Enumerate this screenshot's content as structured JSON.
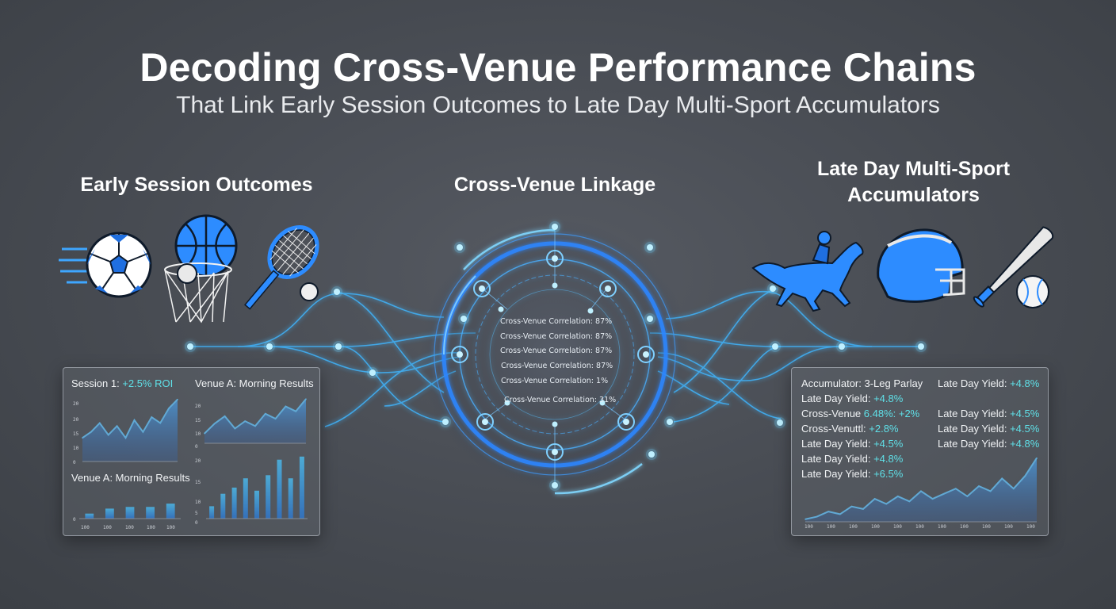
{
  "header": {
    "title": "Decoding Cross-Venue Performance Chains",
    "subtitle": "That Link Early Session Outcomes to Late Day Multi-Sport Accumulators"
  },
  "columns": {
    "left": "Early Session Outcomes",
    "middle": "Cross-Venue Linkage",
    "right_line1": "Late Day Multi-Sport",
    "right_line2": "Accumulators"
  },
  "icons": {
    "left": [
      "soccer-ball-icon",
      "basketball-hoop-icon",
      "tennis-racket-icon"
    ],
    "right": [
      "horse-racing-icon",
      "football-helmet-icon",
      "baseball-bat-icon"
    ]
  },
  "hub": {
    "labels": [
      "Cross-Venue Correlation: 87%",
      "Cross-Venue Correlation: 87%",
      "Cross-Venue Correlation: 87%",
      "Cross-Venue Correlation: 87%",
      "Cross-Venue Correlation: 1%",
      "Cross-Venue Correlation: 31%"
    ]
  },
  "left_panel": {
    "session_label": "Session 1: ",
    "session_value": "+2.5% ROI",
    "venue_top": "Venue A: Morning Results",
    "venue_bottom": "Venue A: Morning Results",
    "axis_a": [
      "20",
      "20",
      "15",
      "10",
      "0"
    ],
    "axis_b": [
      "20",
      "15",
      "10",
      "0"
    ],
    "axis_c": [
      "20",
      "15",
      "10",
      "5",
      "0"
    ],
    "axis_c_zero": "0",
    "xticks": [
      "100",
      "100",
      "100",
      "100",
      "100"
    ]
  },
  "right_panel": {
    "rows": [
      {
        "label": "Accumulator: 3-Leg Parlay",
        "value": ""
      },
      {
        "label": "Late Day Yield: ",
        "value": "+4.8%"
      },
      {
        "label": "Cross-Venue ",
        "value": "6.48%: +2%"
      },
      {
        "label": "Cross-Venuttl: ",
        "value": "+2.8%"
      },
      {
        "label": "Late Day Yield: ",
        "value": "+4.5%"
      },
      {
        "label": "Late Day Yield: ",
        "value": "+4.8%"
      },
      {
        "label": "Late Day Yield: ",
        "value": "+6.5%"
      }
    ],
    "rows_right": [
      {
        "label": "Late Day Yield: ",
        "value": "+4.8%"
      },
      {
        "label": "Late Day Yield: ",
        "value": "+4.5%"
      },
      {
        "label": "Late Day Yield: ",
        "value": "+4.5%"
      },
      {
        "label": "Late Day Yield: ",
        "value": "+4.8%"
      }
    ],
    "xticks": [
      "100",
      "100",
      "100",
      "100",
      "100",
      "100",
      "100",
      "100",
      "100",
      "100",
      "100"
    ]
  },
  "chart_data": [
    {
      "type": "area",
      "x": [
        0,
        1,
        2,
        3,
        4,
        5,
        6,
        7,
        8,
        9,
        10,
        11
      ],
      "values": [
        8,
        10,
        13,
        9,
        12,
        8,
        14,
        10,
        15,
        13,
        18,
        21
      ],
      "ylim": [
        0,
        22
      ]
    },
    {
      "type": "area",
      "x": [
        0,
        1,
        2,
        3,
        4,
        5,
        6,
        7,
        8,
        9,
        10
      ],
      "values": [
        4,
        8,
        11,
        6,
        9,
        7,
        12,
        10,
        15,
        13,
        18
      ],
      "ylim": [
        0,
        20
      ]
    },
    {
      "type": "bar",
      "categories": [
        "1",
        "2",
        "3",
        "4",
        "5"
      ],
      "values": [
        3,
        6,
        7,
        7,
        9
      ],
      "ylim": [
        0,
        20
      ]
    },
    {
      "type": "bar",
      "categories": [
        "1",
        "2",
        "3",
        "4",
        "5",
        "6",
        "7",
        "8",
        "9"
      ],
      "values": [
        4,
        8,
        10,
        13,
        9,
        14,
        19,
        13,
        20
      ],
      "ylim": [
        0,
        22
      ]
    },
    {
      "type": "area",
      "x": [
        0,
        1,
        2,
        3,
        4,
        5,
        6,
        7,
        8,
        9,
        10,
        11,
        12,
        13,
        14,
        15,
        16,
        17,
        18,
        19,
        20
      ],
      "values": [
        1,
        2,
        4,
        3,
        6,
        5,
        9,
        7,
        10,
        8,
        12,
        9,
        11,
        13,
        10,
        14,
        12,
        17,
        13,
        18,
        25
      ],
      "ylim": [
        0,
        28
      ]
    }
  ],
  "colors": {
    "accent": "#2f9bff",
    "glow": "#6fd3ff",
    "positive": "#5fe0e8"
  }
}
